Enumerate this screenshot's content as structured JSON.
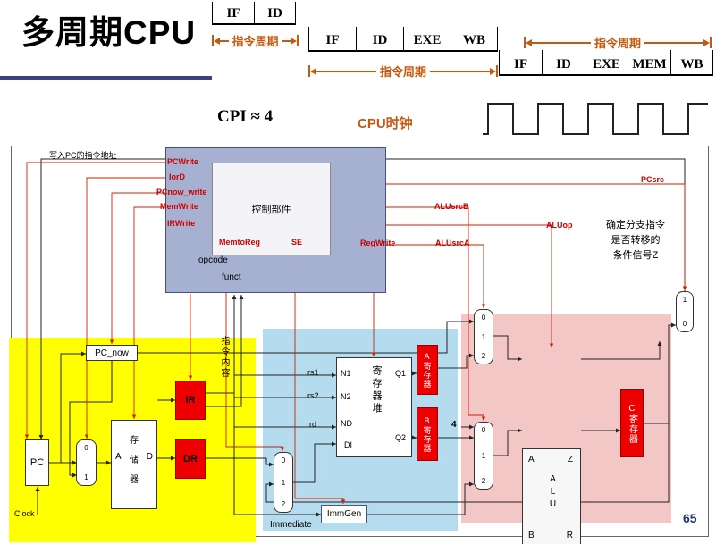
{
  "slide": {
    "title": "多周期CPU",
    "page_number": "65",
    "cpi": "CPI ≈ 4",
    "cpu_clock": "CPU时钟"
  },
  "timing": {
    "row1": {
      "stages": [
        "IF",
        "ID"
      ],
      "cycle": "指令周期"
    },
    "row2": {
      "stages": [
        "IF",
        "ID",
        "EXE",
        "WB"
      ],
      "cycle": "指令周期"
    },
    "row3": {
      "stages": [
        "IF",
        "ID",
        "EXE",
        "MEM",
        "WB"
      ],
      "cycle": "指令周期"
    }
  },
  "colors": {
    "accent_orange": "#c45911",
    "signal_red": "#cc0000",
    "register_red": "#ee0000",
    "region_yellow": "#ffff00",
    "region_blue": "#b5dbee",
    "region_pink": "#f4c7c7",
    "control_blue": "#a6b0d0"
  },
  "diagram": {
    "pc_write_note": "写入PC的指令地址",
    "control_unit_label": "控制部件",
    "signals": {
      "pcwrite": "PCWrite",
      "iord": "IorD",
      "pcnow_write": "PCnow_write",
      "memwrite": "MemWrite",
      "irwrite": "IRWrite",
      "memtoreg": "MemtoReg",
      "se": "SE",
      "regwrite": "RegWrite",
      "alusrcb": "ALUsrcB",
      "alusrca": "ALUsrcA",
      "aluop": "ALUop",
      "pcsrc": "PCsrc"
    },
    "opcode": "opcode",
    "funct": "funct",
    "branch_note": {
      "line1": "确定分支指令",
      "line2": "是否转移的",
      "line3": "条件信号Z"
    },
    "instr_content": "指令内容",
    "rs1": "rs1",
    "rs2": "rs2",
    "rd": "rd",
    "pc_now": "PC_now",
    "pc": "PC",
    "clock": "Clock",
    "memory": {
      "top": "存",
      "a": "A",
      "mid": "储",
      "d": "D",
      "bottom": "器"
    },
    "ir": "IR",
    "dr": "DR",
    "regfile": {
      "n1": "N1",
      "n2": "N2",
      "nd": "ND",
      "di": "DI",
      "q1": "Q1",
      "q2": "Q2",
      "name": "寄存器堆"
    },
    "a_reg": "A寄存器",
    "b_reg": "B寄存器",
    "c_reg": "C寄存器",
    "alu": {
      "a": "A",
      "z": "Z",
      "b": "B",
      "r": "R",
      "name": "ALU"
    },
    "immgen": "ImmGen",
    "immediate": "Immediate",
    "four": "4",
    "mux_pc": [
      "0",
      "1"
    ],
    "mux_wb": [
      "0",
      "1",
      "2"
    ],
    "mux_alua": [
      "0",
      "1",
      "2"
    ],
    "mux_alub": [
      "0",
      "1",
      "2"
    ],
    "mux_pcsrc": [
      "1",
      "0"
    ]
  }
}
